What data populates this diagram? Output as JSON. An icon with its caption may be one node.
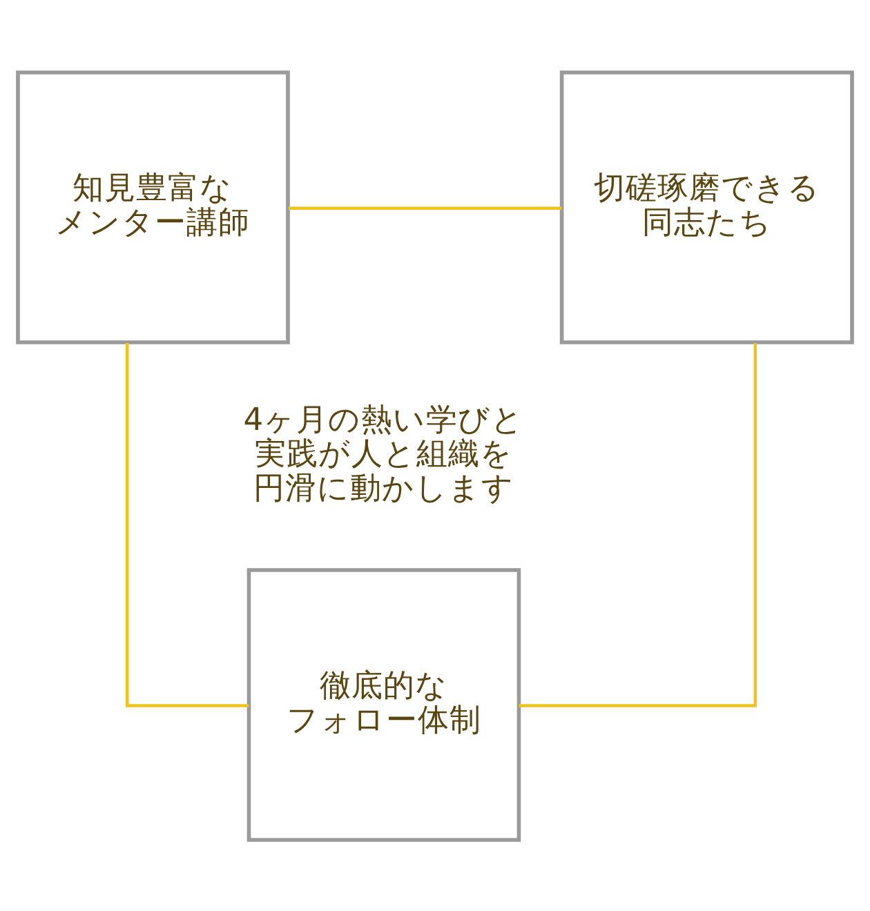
{
  "diagram": {
    "nodes": [
      {
        "text": [
          "知見豊富なメンター講師"
        ]
      },
      {
        "text": [
          "切磋琢磨できる同志たち"
        ]
      },
      {
        "text": [
          "徹底的なフォロー体制"
        ]
      }
    ],
    "edges": [
      {
        "from": 0,
        "to": 1,
        "arrow": "none"
      },
      {
        "from": 0,
        "to": 2,
        "arrow": "none"
      },
      {
        "from": 1,
        "to": 2,
        "arrow": "none"
      }
    ],
    "labels": [
      "4ヶ月の熱い学びと実践が人と組織を円滑に動かします"
    ]
  }
}
